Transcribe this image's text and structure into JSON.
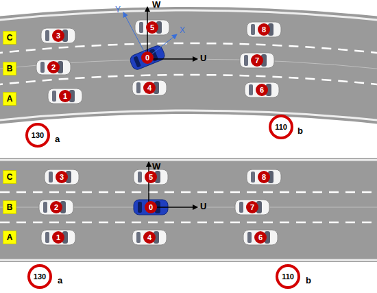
{
  "diagram": {
    "nodes": [
      {
        "text": [
          "C"
        ]
      },
      {
        "text": [
          "B"
        ]
      },
      {
        "text": [
          "A"
        ]
      },
      {
        "text": [
          "0"
        ]
      },
      {
        "text": [
          "1"
        ]
      },
      {
        "text": [
          "2"
        ]
      },
      {
        "text": [
          "3"
        ]
      },
      {
        "text": [
          "4"
        ]
      },
      {
        "text": [
          "5"
        ]
      },
      {
        "text": [
          "6"
        ]
      },
      {
        "text": [
          "7"
        ]
      },
      {
        "text": [
          "8"
        ]
      },
      {
        "text": [
          "130"
        ]
      },
      {
        "text": [
          "110"
        ]
      },
      {
        "text": [
          "C"
        ]
      },
      {
        "text": [
          "B"
        ]
      },
      {
        "text": [
          "A"
        ]
      },
      {
        "text": [
          "0"
        ]
      },
      {
        "text": [
          "1"
        ]
      },
      {
        "text": [
          "2"
        ]
      },
      {
        "text": [
          "3"
        ]
      },
      {
        "text": [
          "4"
        ]
      },
      {
        "text": [
          "5"
        ]
      },
      {
        "text": [
          "6"
        ]
      },
      {
        "text": [
          "7"
        ]
      },
      {
        "text": [
          "8"
        ]
      },
      {
        "text": [
          "130"
        ]
      },
      {
        "text": [
          "110"
        ]
      }
    ],
    "labels": [
      "W",
      "U",
      "Y",
      "X",
      "a",
      "b",
      "W",
      "U",
      "a",
      "b"
    ]
  }
}
